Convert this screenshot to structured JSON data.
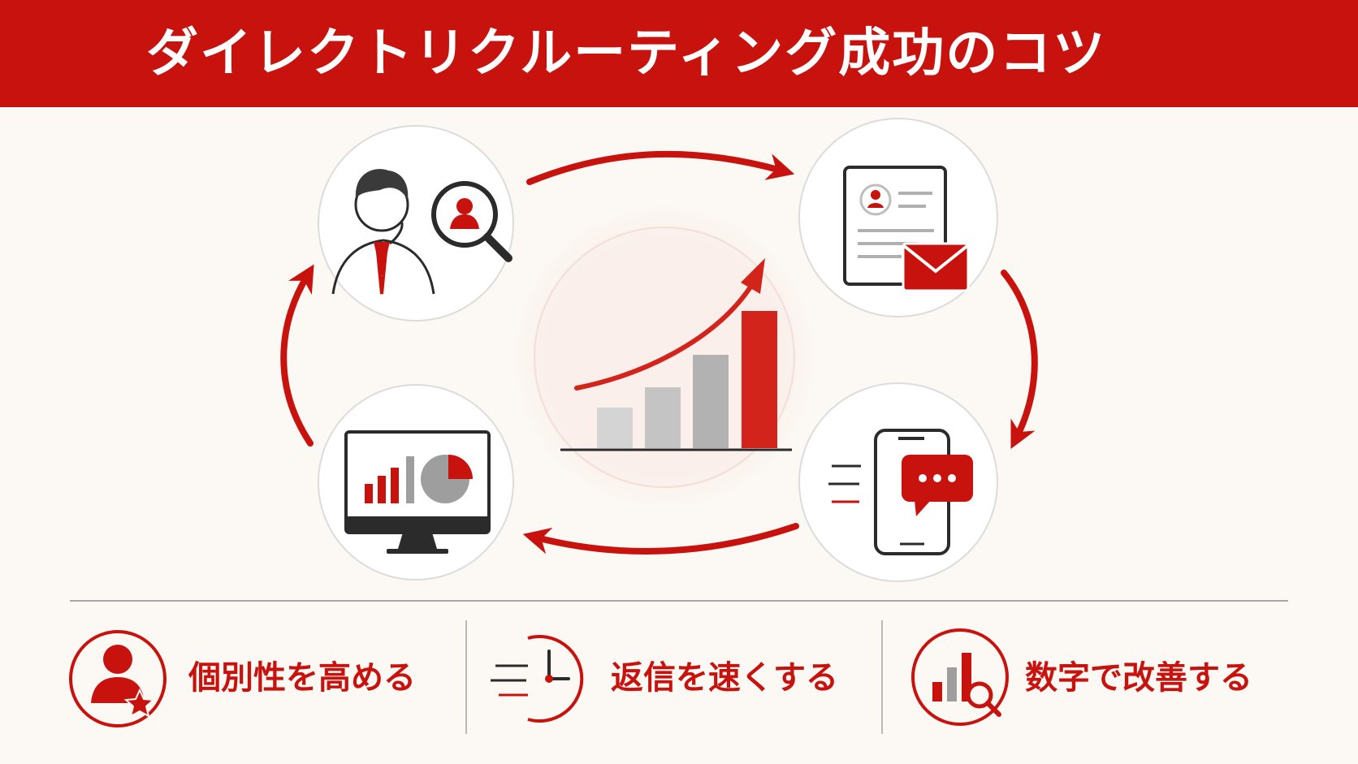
{
  "title": "ダイレクトリクルーティング成功のコツ",
  "colors": {
    "accent": "#c8120e",
    "background": "#fcf9f4",
    "gray": "#a8a8a8",
    "dark": "#2b2b2b"
  },
  "cycle_steps": [
    {
      "icon": "person-with-magnifier-icon"
    },
    {
      "icon": "profile-document-with-mail-icon"
    },
    {
      "icon": "smartphone-chat-icon"
    },
    {
      "icon": "monitor-analytics-icon"
    }
  ],
  "center_icon": "growth-bar-chart-icon",
  "tips": [
    {
      "icon": "user-star-icon",
      "label": "個別性を高める"
    },
    {
      "icon": "fast-clock-icon",
      "label": "返信を速くする"
    },
    {
      "icon": "chart-magnifier-icon",
      "label": "数字で改善する"
    }
  ]
}
